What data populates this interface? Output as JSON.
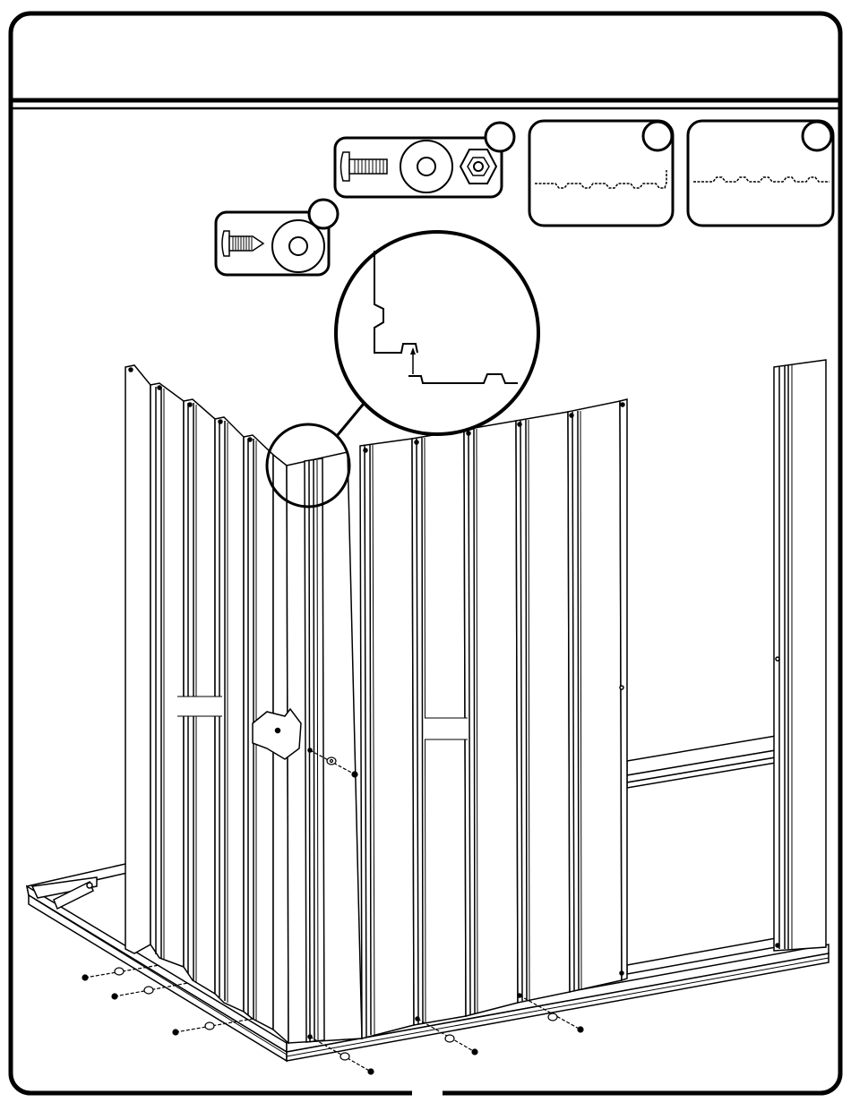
{
  "page": {
    "header_title": "",
    "page_number": ""
  },
  "hardware_callouts": [
    {
      "id": "small-screw-washer",
      "label": "",
      "parts": [
        "screw",
        "washer"
      ]
    },
    {
      "id": "bolt-washer-nut",
      "label": "",
      "parts": [
        "bolt",
        "washer",
        "nut"
      ]
    }
  ],
  "panel_callouts": [
    {
      "id": "panel-profile-a",
      "label": ""
    },
    {
      "id": "panel-profile-b",
      "label": ""
    }
  ],
  "detail": {
    "label": ""
  },
  "colors": {
    "line": "#000000",
    "background": "#ffffff"
  }
}
